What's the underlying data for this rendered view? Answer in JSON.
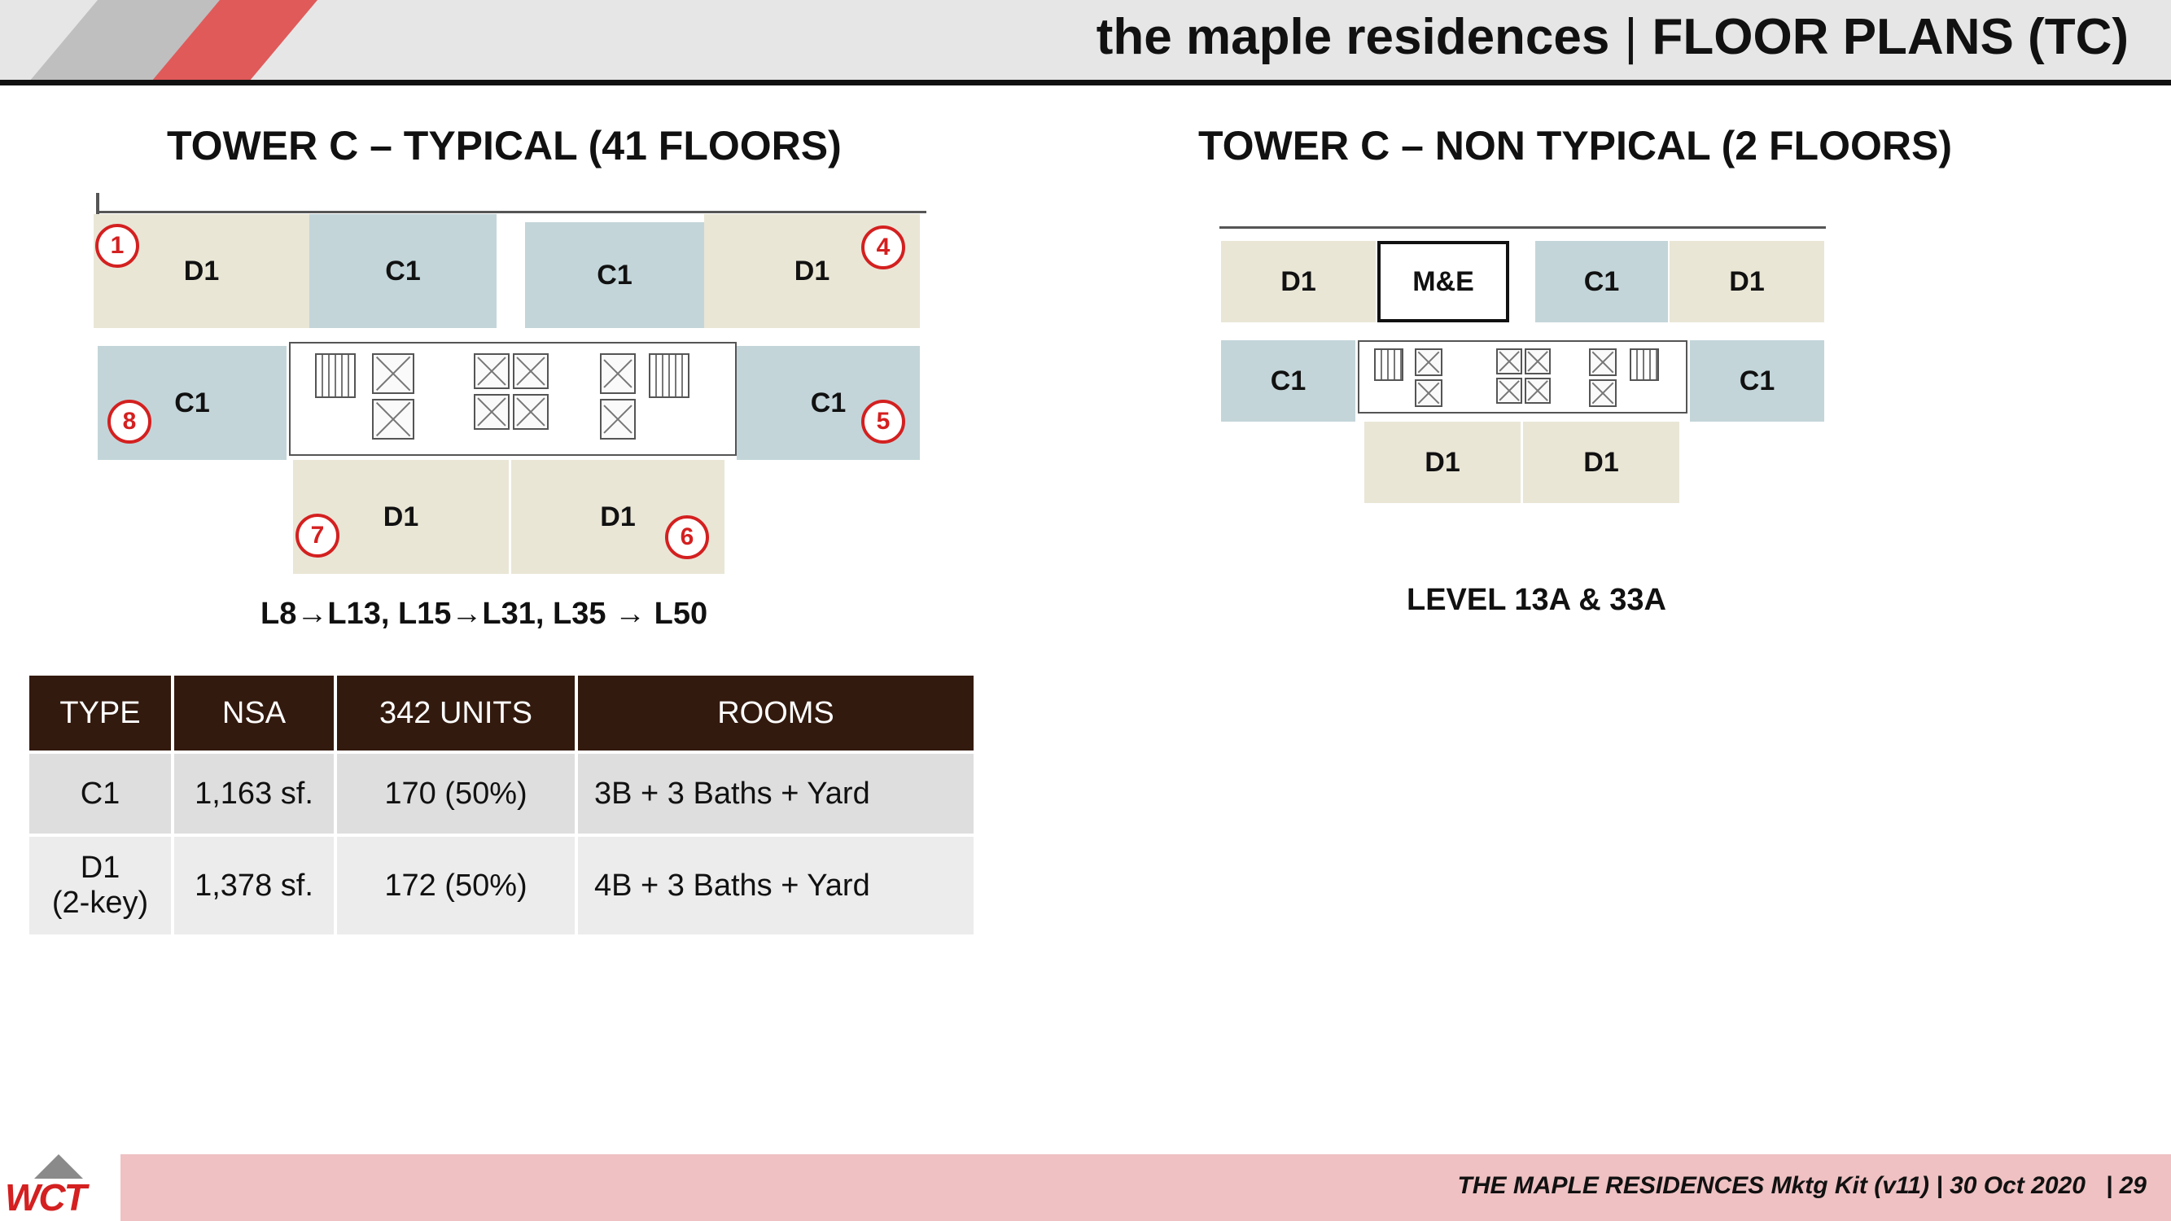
{
  "header": {
    "brand": "the maple residences",
    "separator": "|",
    "section": "FLOOR PLANS (TC)"
  },
  "typical": {
    "title": "TOWER C – TYPICAL  (41 FLOORS)",
    "levels": "L8→L13,  L15→L31, L35 → L50",
    "units": [
      {
        "label": "D1",
        "number": "1"
      },
      {
        "label": "C1"
      },
      {
        "label": "C1"
      },
      {
        "label": "D1",
        "number": "4"
      },
      {
        "label": "C1",
        "number": "8"
      },
      {
        "label": "C1",
        "number": "5"
      },
      {
        "label": "D1",
        "number": "7"
      },
      {
        "label": "D1",
        "number": "6"
      }
    ]
  },
  "non_typical": {
    "title": "TOWER C – NON TYPICAL  (2 FLOORS)",
    "levels": "LEVEL 13A & 33A",
    "units": [
      {
        "label": "D1"
      },
      {
        "label": "M&E"
      },
      {
        "label": "C1"
      },
      {
        "label": "D1"
      },
      {
        "label": "C1"
      },
      {
        "label": "C1"
      },
      {
        "label": "D1"
      },
      {
        "label": "D1"
      }
    ]
  },
  "table": {
    "headers": [
      "TYPE",
      "NSA",
      "342 UNITS",
      "ROOMS"
    ],
    "rows": [
      {
        "type": "C1",
        "nsa": "1,163 sf.",
        "units": "170  (50%)",
        "rooms": "3B + 3 Baths + Yard"
      },
      {
        "type": "D1 (2-key)",
        "type_line1": "D1",
        "type_line2": "(2-key)",
        "nsa": "1,378 sf.",
        "units": "172  (50%)",
        "rooms": "4B + 3 Baths + Yard"
      }
    ]
  },
  "footer": {
    "text": "THE MAPLE RESIDENCES Mktg Kit (v11) | 30 Oct 2020",
    "page": "| 29",
    "logo": "WCT"
  },
  "colors": {
    "d1_fill": "#e9e6d6",
    "c1_fill": "#c3d5d9",
    "table_header": "#331a0e",
    "footer_band": "#efc1c3",
    "accent_red": "#d42020"
  }
}
